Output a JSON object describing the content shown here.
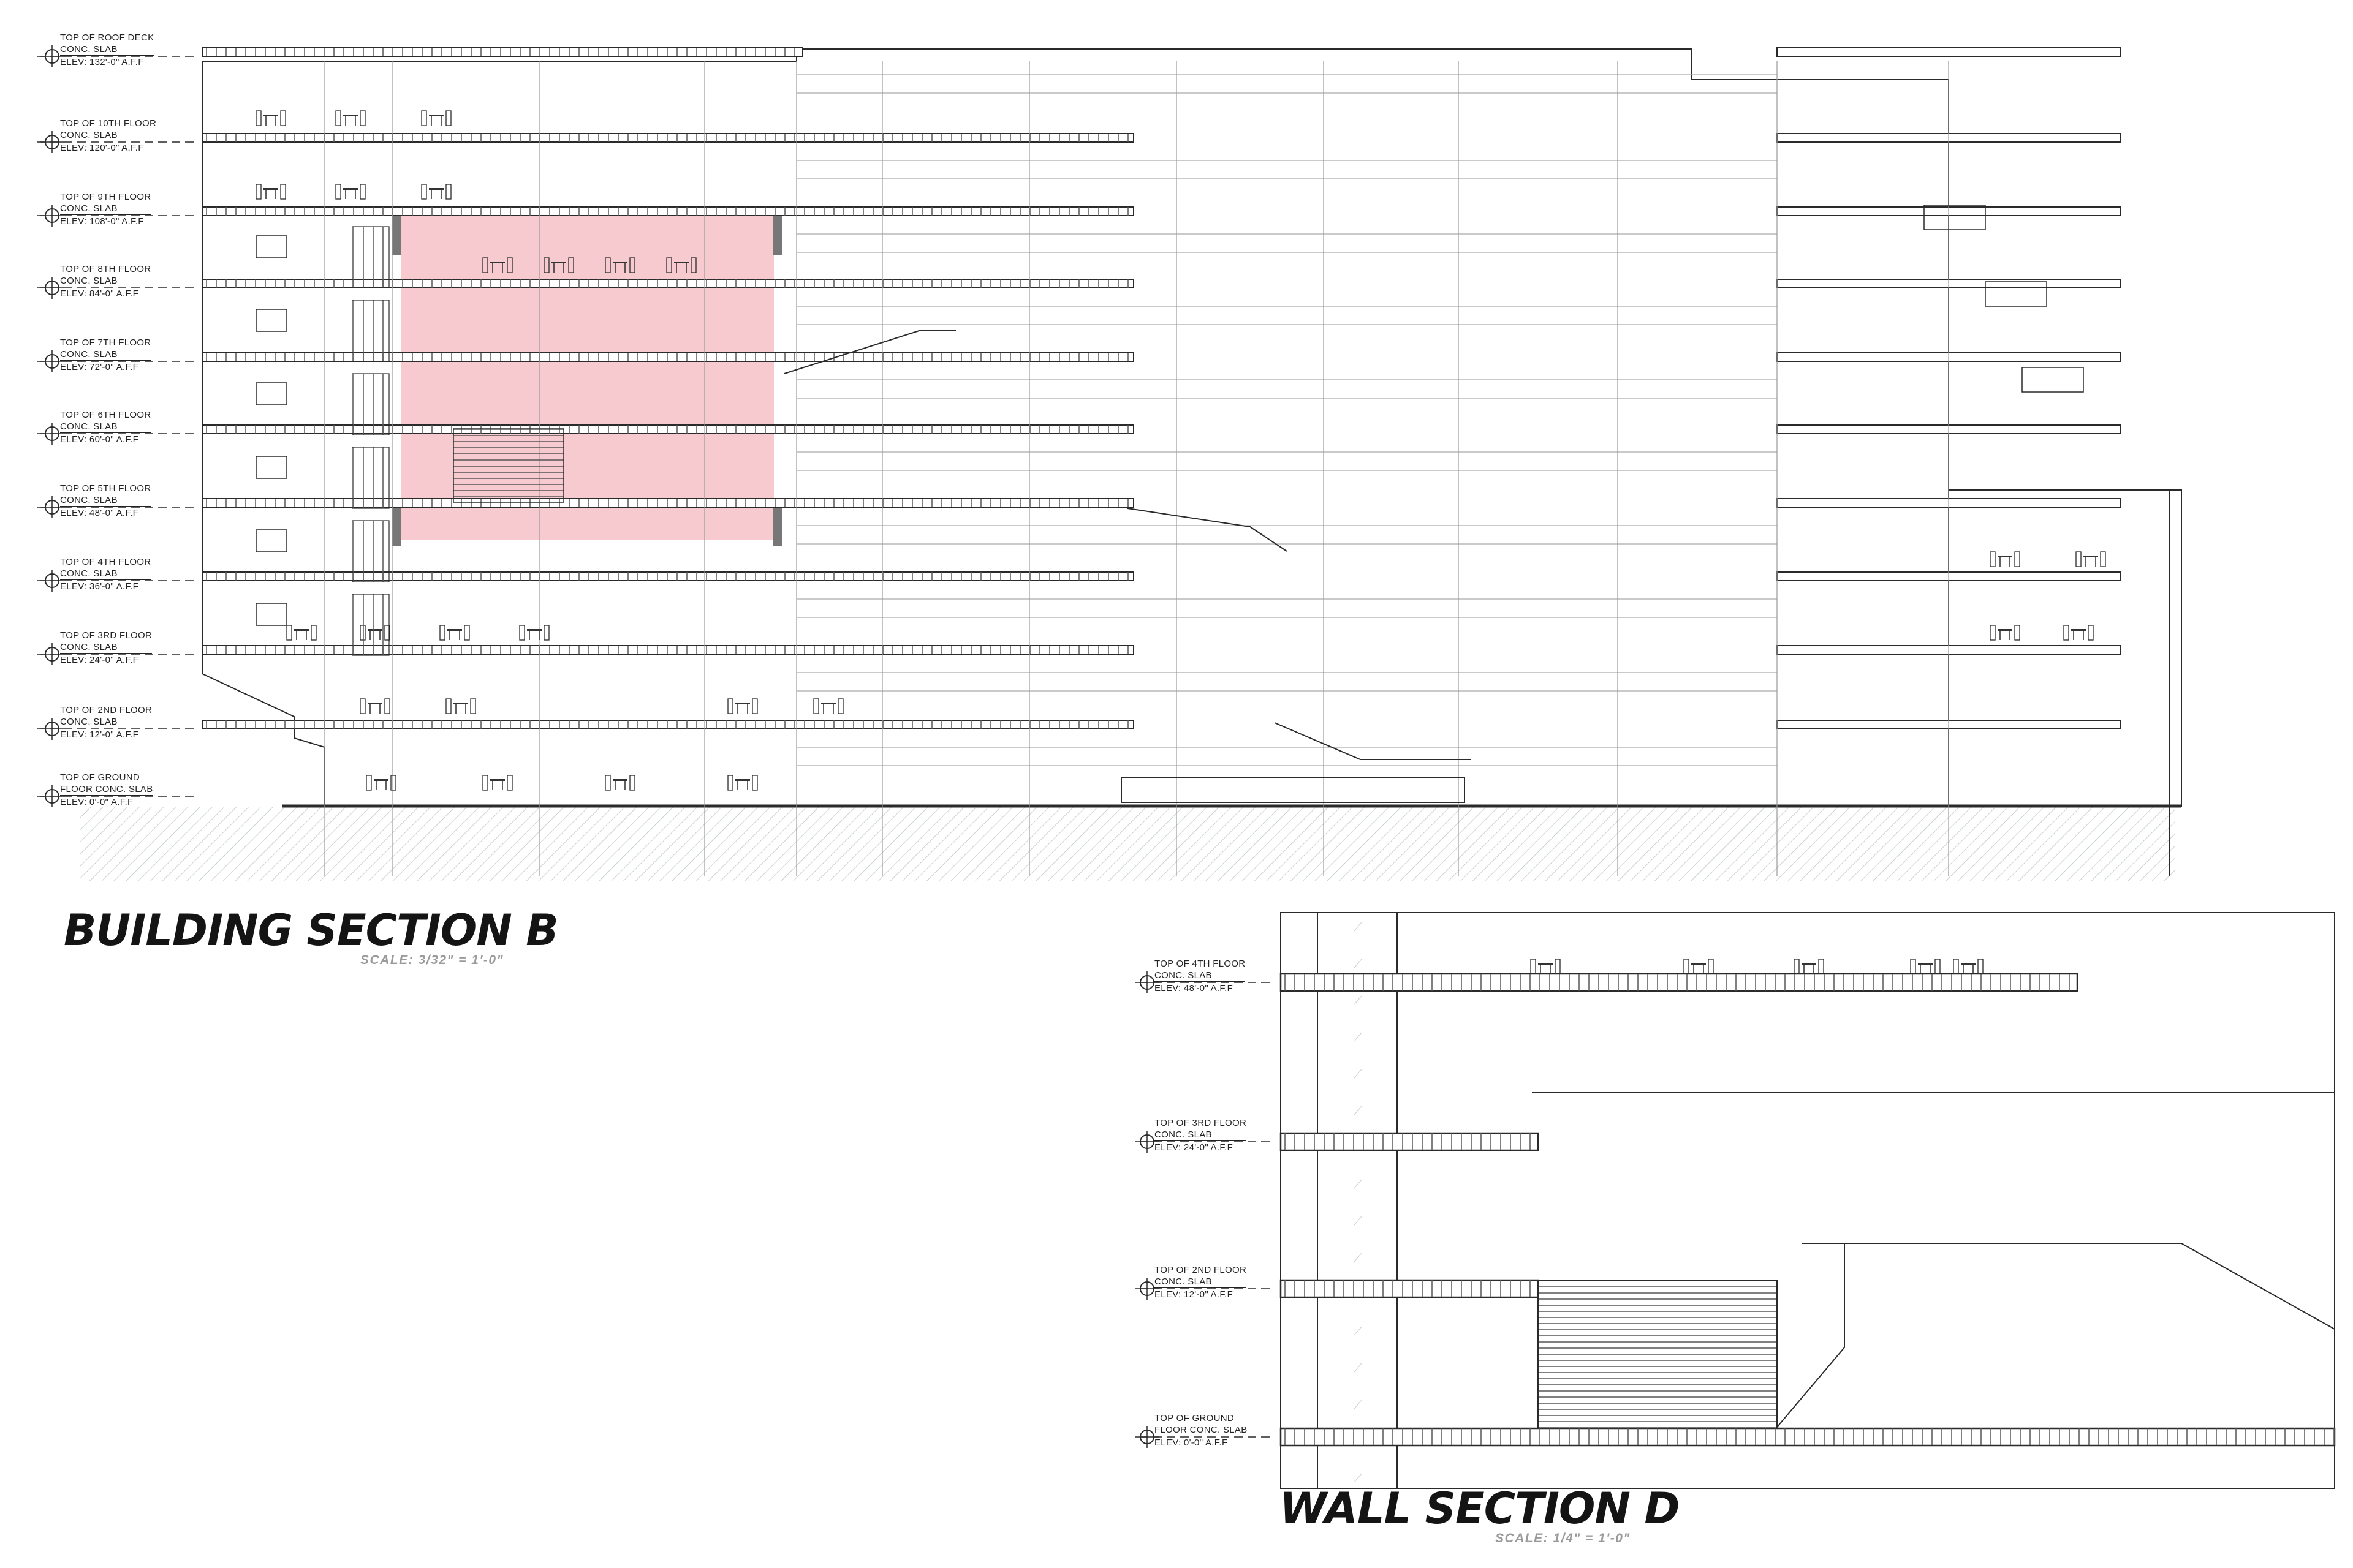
{
  "section_b": {
    "title": "BUILDING SECTION B",
    "scale": "SCALE: 3/32\" = 1'-0\"",
    "levels": [
      {
        "l1": "TOP OF ROOF DECK",
        "l2": "CONC. SLAB",
        "l3": "ELEV: 132'-0\" A.F.F"
      },
      {
        "l1": "TOP OF 10TH FLOOR",
        "l2": "CONC. SLAB",
        "l3": "ELEV: 120'-0\" A.F.F"
      },
      {
        "l1": "TOP OF 9TH FLOOR",
        "l2": "CONC. SLAB",
        "l3": "ELEV: 108'-0\" A.F.F"
      },
      {
        "l1": "TOP OF 8TH FLOOR",
        "l2": "CONC. SLAB",
        "l3": "ELEV: 84'-0\" A.F.F"
      },
      {
        "l1": "TOP OF 7TH FLOOR",
        "l2": "CONC. SLAB",
        "l3": "ELEV: 72'-0\" A.F.F"
      },
      {
        "l1": "TOP OF 6TH FLOOR",
        "l2": "CONC. SLAB",
        "l3": "ELEV: 60'-0\" A.F.F"
      },
      {
        "l1": "TOP OF 5TH FLOOR",
        "l2": "CONC. SLAB",
        "l3": "ELEV: 48'-0\" A.F.F"
      },
      {
        "l1": "TOP OF 4TH FLOOR",
        "l2": "CONC. SLAB",
        "l3": "ELEV: 36'-0\" A.F.F"
      },
      {
        "l1": "TOP OF 3RD FLOOR",
        "l2": "CONC. SLAB",
        "l3": "ELEV: 24'-0\" A.F.F"
      },
      {
        "l1": "TOP OF 2ND FLOOR",
        "l2": "CONC. SLAB",
        "l3": "ELEV: 12'-0\" A.F.F"
      },
      {
        "l1": "TOP OF GROUND",
        "l2": "FLOOR CONC. SLAB",
        "l3": "ELEV: 0'-0\" A.F.F"
      }
    ]
  },
  "section_d": {
    "title": "WALL SECTION D",
    "scale": "SCALE: 1/4\" = 1'-0\"",
    "levels": [
      {
        "l1": "TOP OF 4TH FLOOR",
        "l2": "CONC. SLAB",
        "l3": "ELEV: 48'-0\" A.F.F"
      },
      {
        "l1": "TOP OF 3RD FLOOR",
        "l2": "CONC. SLAB",
        "l3": "ELEV: 24'-0\" A.F.F"
      },
      {
        "l1": "TOP OF 2ND FLOOR",
        "l2": "CONC. SLAB",
        "l3": "ELEV: 12'-0\" A.F.F"
      },
      {
        "l1": "TOP OF GROUND",
        "l2": "FLOOR CONC. SLAB",
        "l3": "ELEV: 0'-0\" A.F.F"
      }
    ]
  },
  "colors": {
    "highlight": "#f4b8c0",
    "line": "#2a2a2a",
    "ground_hatch": "#bfc8cc"
  }
}
